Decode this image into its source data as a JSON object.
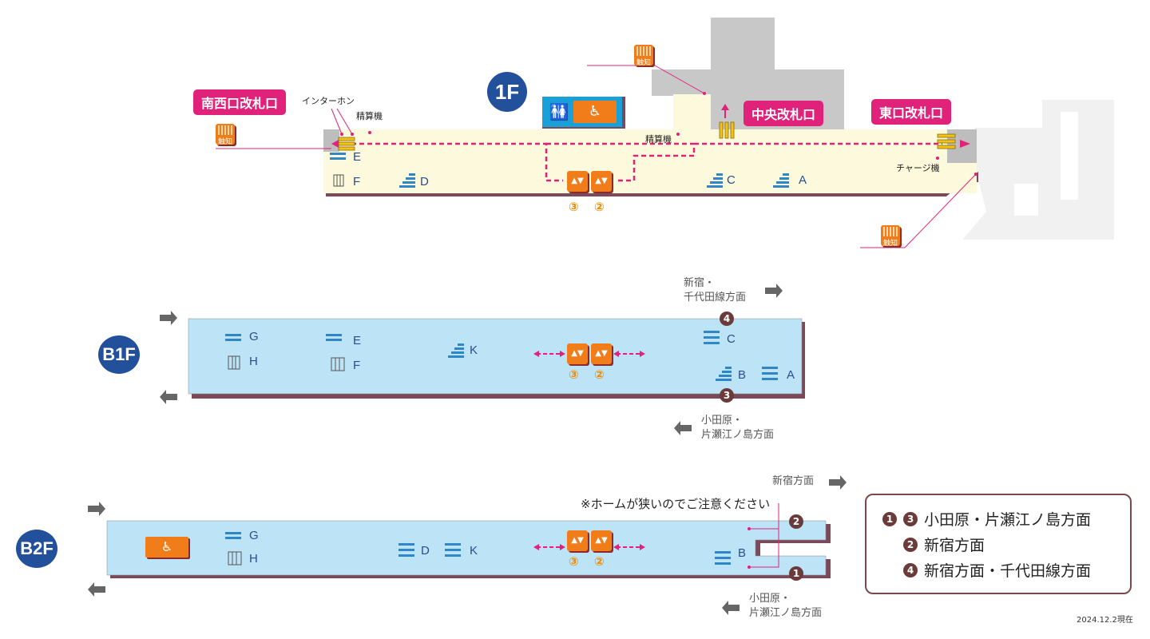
{
  "floors": {
    "f1": {
      "badge": "1F"
    },
    "b1": {
      "badge": "B1F"
    },
    "b2": {
      "badge": "B2F"
    }
  },
  "gates": {
    "southwest": "南西口改札口",
    "central": "中央改札口",
    "east": "東口改札口"
  },
  "labels": {
    "intercom": "インターホン",
    "fare_adjust_left": "精算機",
    "fare_adjust_center": "精算機",
    "charge_machine": "チャージ機",
    "tactile": "触知",
    "warning": "※ホームが狭いのでご注意ください",
    "date": "2024.12.2現在"
  },
  "f1_letters": {
    "E": "E",
    "F": "F",
    "D": "D",
    "C": "C",
    "A": "A"
  },
  "f1_platforms": {
    "p3": "③",
    "p2": "②"
  },
  "b1_letters": {
    "G": "G",
    "H": "H",
    "E": "E",
    "F": "F",
    "K": "K",
    "C": "C",
    "B": "B",
    "A": "A"
  },
  "b1_platforms": {
    "p3": "③",
    "p2": "②"
  },
  "b1_circles": {
    "top": "4",
    "bottom": "3"
  },
  "b1_directions": {
    "upper": [
      "新宿・",
      "千代田線方面"
    ],
    "lower": [
      "小田原・",
      "片瀬江ノ島方面"
    ]
  },
  "b2_letters": {
    "G": "G",
    "H": "H",
    "D": "D",
    "K": "K",
    "B": "B"
  },
  "b2_platforms": {
    "p3": "③",
    "p2": "②"
  },
  "b2_circles": {
    "top": "2",
    "bottom": "1"
  },
  "b2_directions": {
    "upper": "新宿方面",
    "lower": [
      "小田原・",
      "片瀬江ノ島方面"
    ]
  },
  "legend": {
    "row1": {
      "c1": "1",
      "c2": "3",
      "text": "小田原・片瀬江ノ島方面"
    },
    "row2": {
      "c1": "2",
      "text": "新宿方面"
    },
    "row3": {
      "c1": "4",
      "text": "新宿方面・千代田線方面"
    }
  },
  "colors": {
    "gate_pink": "#e0227a",
    "badge_blue": "#22509b",
    "concourse": "#fdf9dc",
    "platform": "#bde3f7",
    "elevator_orange": "#f07d1a",
    "route_pink": "#e0227a"
  },
  "icons": [
    "restroom-icon",
    "wheelchair-icon",
    "accessible-facilities-icon",
    "elevator-icon",
    "stairs-icon",
    "escalator-icon",
    "tactile-map-icon",
    "ticket-gate-icon",
    "arrow-icon"
  ]
}
